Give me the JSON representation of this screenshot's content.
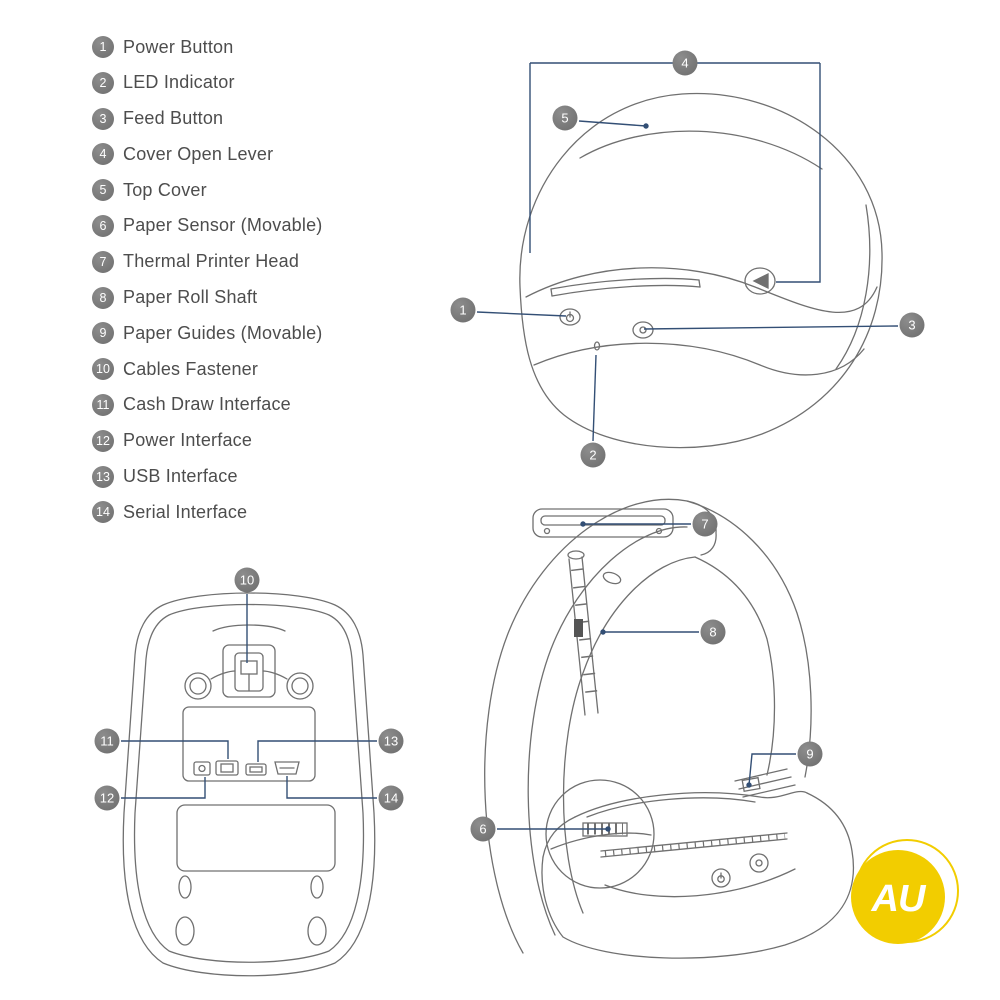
{
  "legend": {
    "items": [
      {
        "num": "1",
        "label": "Power Button"
      },
      {
        "num": "2",
        "label": "LED Indicator"
      },
      {
        "num": "3",
        "label": "Feed Button"
      },
      {
        "num": "4",
        "label": "Cover Open Lever"
      },
      {
        "num": "5",
        "label": "Top Cover"
      },
      {
        "num": "6",
        "label": "Paper Sensor (Movable)"
      },
      {
        "num": "7",
        "label": "Thermal Printer Head"
      },
      {
        "num": "8",
        "label": "Paper Roll Shaft"
      },
      {
        "num": "9",
        "label": "Paper Guides (Movable)"
      },
      {
        "num": "10",
        "label": "Cables Fastener"
      },
      {
        "num": "11",
        "label": "Cash Draw Interface"
      },
      {
        "num": "12",
        "label": "Power Interface"
      },
      {
        "num": "13",
        "label": "USB Interface"
      },
      {
        "num": "14",
        "label": "Serial Interface"
      }
    ]
  },
  "callouts": {
    "closed_view": {
      "power_button": "1",
      "led_indicator": "2",
      "feed_button": "3",
      "cover_open_lever": "4",
      "top_cover": "5"
    },
    "bottom_view": {
      "cables_fastener": "10",
      "cash_draw_interface": "11",
      "power_interface": "12",
      "usb_interface": "13",
      "serial_interface": "14"
    },
    "open_view": {
      "paper_sensor": "6",
      "thermal_printer_head": "7",
      "paper_roll_shaft": "8",
      "paper_guides": "9"
    }
  },
  "logo": {
    "text": "AU"
  },
  "colors": {
    "badge": "#7a7a7a",
    "badge_text": "#ffffff",
    "leader_line": "#334f75",
    "line_art": "#707070",
    "label_text": "#4d4d4d",
    "logo_yellow": "#f2cd00"
  }
}
